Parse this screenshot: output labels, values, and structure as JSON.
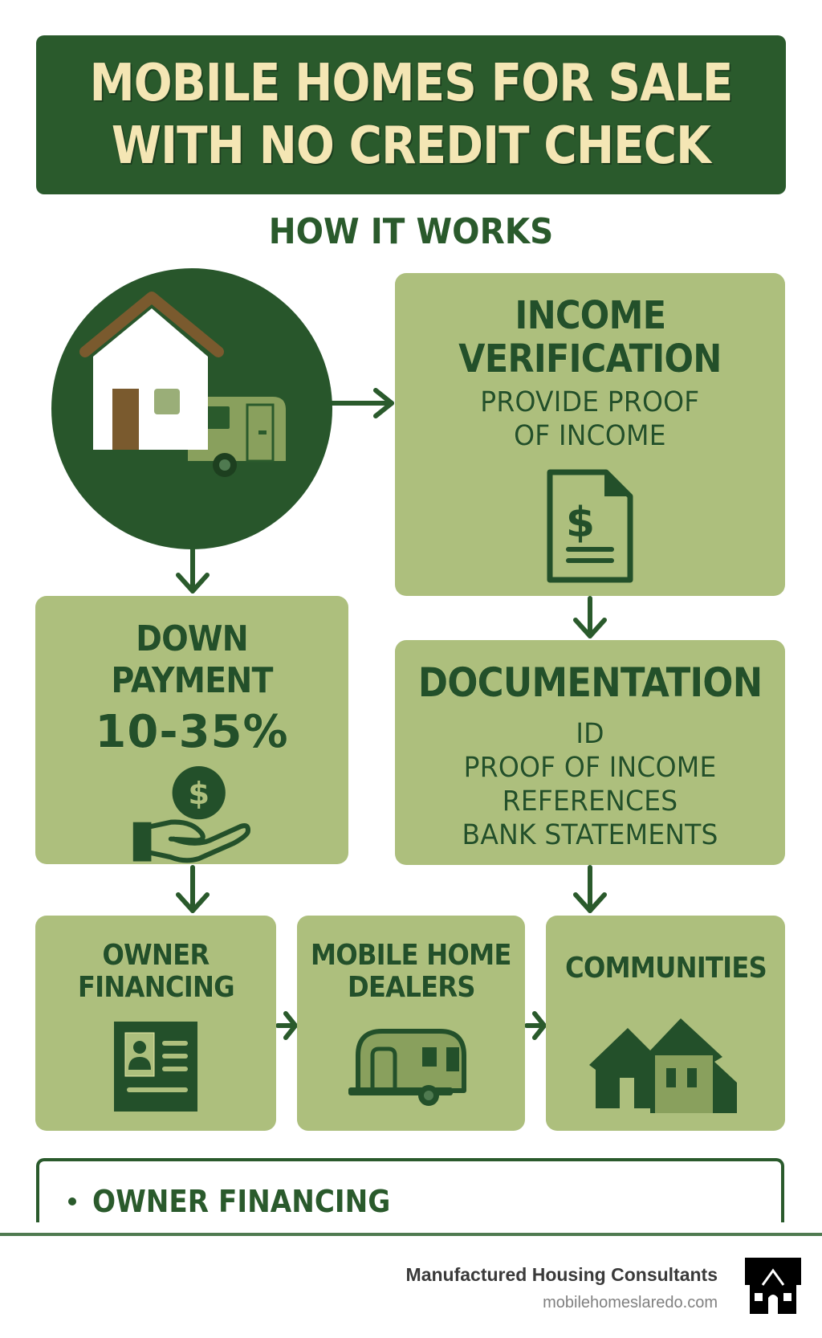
{
  "header": {
    "title_line1": "MOBILE HOMES FOR SALE",
    "title_line2": "WITH NO CREDIT CHECK",
    "subtitle": "HOW IT WORKS"
  },
  "colors": {
    "dark_green": "#2a5a2c",
    "card_green": "#adbf7d",
    "title_cream": "#f4e6b4",
    "roof_brown": "#7a5a2e"
  },
  "steps": {
    "start": {
      "icon": "house-and-trailer-icon"
    },
    "income": {
      "title_line1": "INCOME",
      "title_line2": "VERIFICATION",
      "text_line1": "PROVIDE PROOF",
      "text_line2": "OF INCOME",
      "icon": "dollar-document-icon"
    },
    "down_payment": {
      "title": "DOWN PAYMENT",
      "value": "10-35%",
      "icon": "hand-coin-icon"
    },
    "documentation": {
      "title": "DOCUMENTATION",
      "items": [
        "ID",
        "PROOF OF INCOME",
        "REFERENCES",
        "BANK STATEMENTS"
      ]
    },
    "owner_financing": {
      "title_line1": "OWNER",
      "title_line2": "FINANCING",
      "icon": "id-card-icon"
    },
    "dealers": {
      "title_line1": "MOBILE HOME",
      "title_line2": "DEALERS",
      "icon": "trailer-icon"
    },
    "communities": {
      "title": "COMMUNITIES",
      "icon": "houses-icon"
    }
  },
  "bottom_list": {
    "items": [
      "OWNER FINANCING"
    ]
  },
  "footer": {
    "company": "Manufactured Housing Consultants",
    "url": "mobilehomeslaredo.com",
    "logo": "house-logo-icon"
  }
}
